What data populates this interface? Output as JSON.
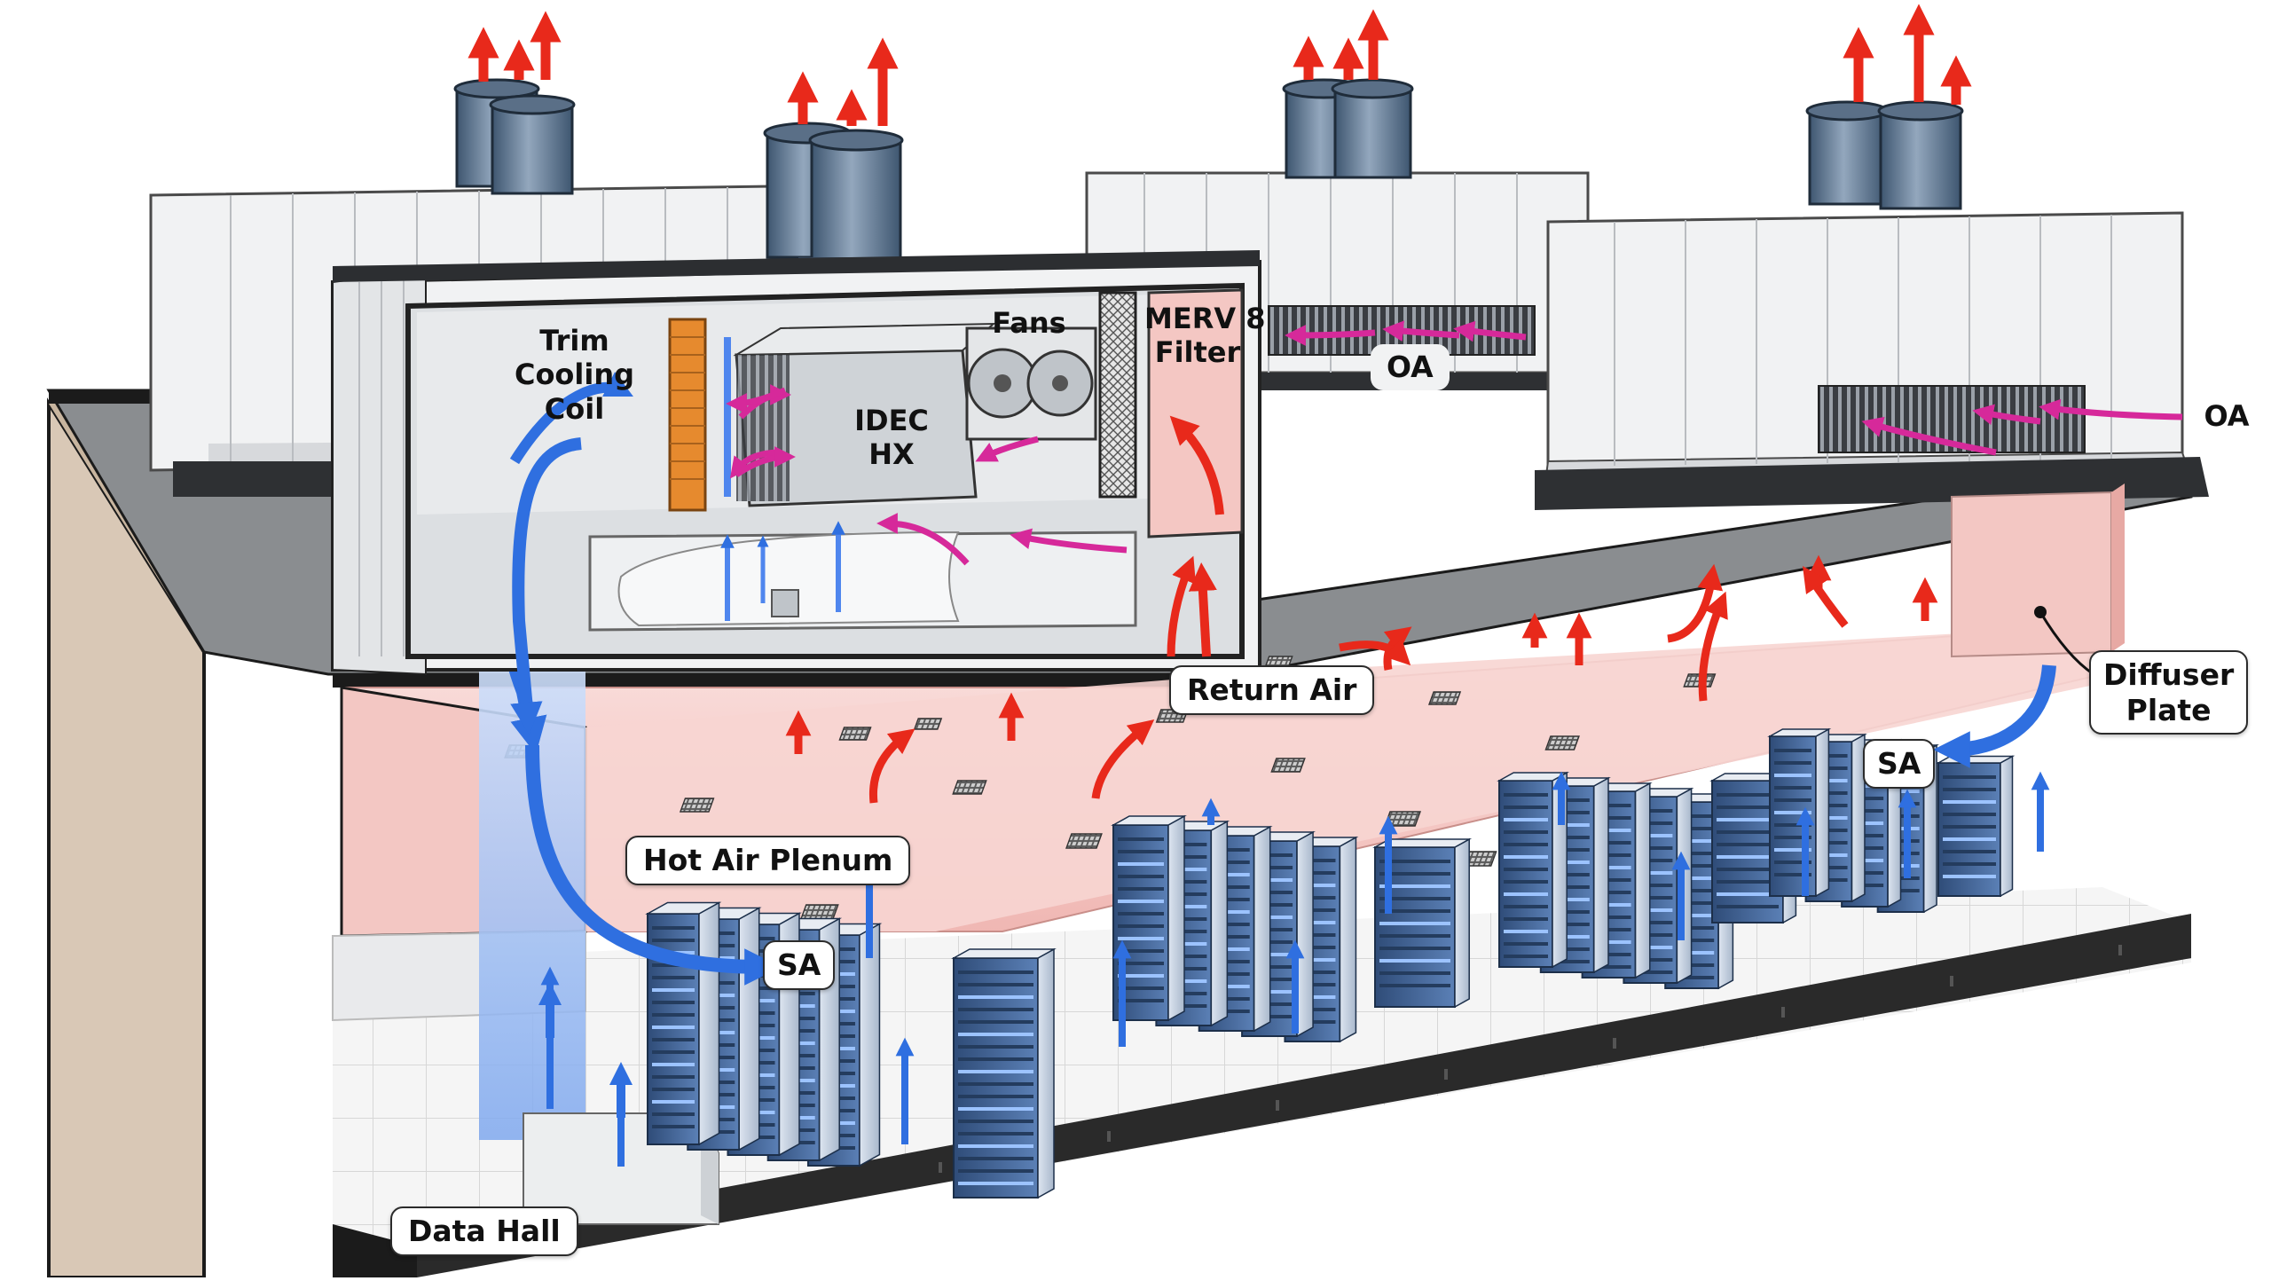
{
  "labels": {
    "trim_cooling_coil": [
      "Trim",
      "Cooling",
      "Coil"
    ],
    "idec_hx": [
      "IDEC",
      "HX"
    ],
    "fans": "Fans",
    "merv_filter": [
      "MERV 8",
      "Filter"
    ],
    "oa_center": "OA",
    "oa_right": "OA",
    "return_air": "Return Air",
    "diffuser_plate": [
      "Diffuser",
      "Plate"
    ],
    "sa_right": "SA",
    "sa_left": "SA",
    "hot_air_plenum": "Hot Air Plenum",
    "data_hall": "Data Hall"
  },
  "colors": {
    "exhaust_arrow": "#e8291b",
    "return_arrow": "#e8291b",
    "supply_arrow": "#2f6fe0",
    "outside_air_arrow": "#d6299a",
    "hot_plenum": "#f6c9c6",
    "cold_column": "#a9c8f5",
    "rack": "#3d5f8e",
    "rack_light": "#6f93c4",
    "roof": "#7a7d80",
    "wall_dark": "#1b1b1b",
    "unit_panel": "#f1f2f3",
    "concrete": "#d9c8b6"
  },
  "icons": {
    "exhaust_fan": "exhaust-fan-icon",
    "server_rack": "server-rack-icon",
    "floor_grate": "floor-grate-icon"
  }
}
